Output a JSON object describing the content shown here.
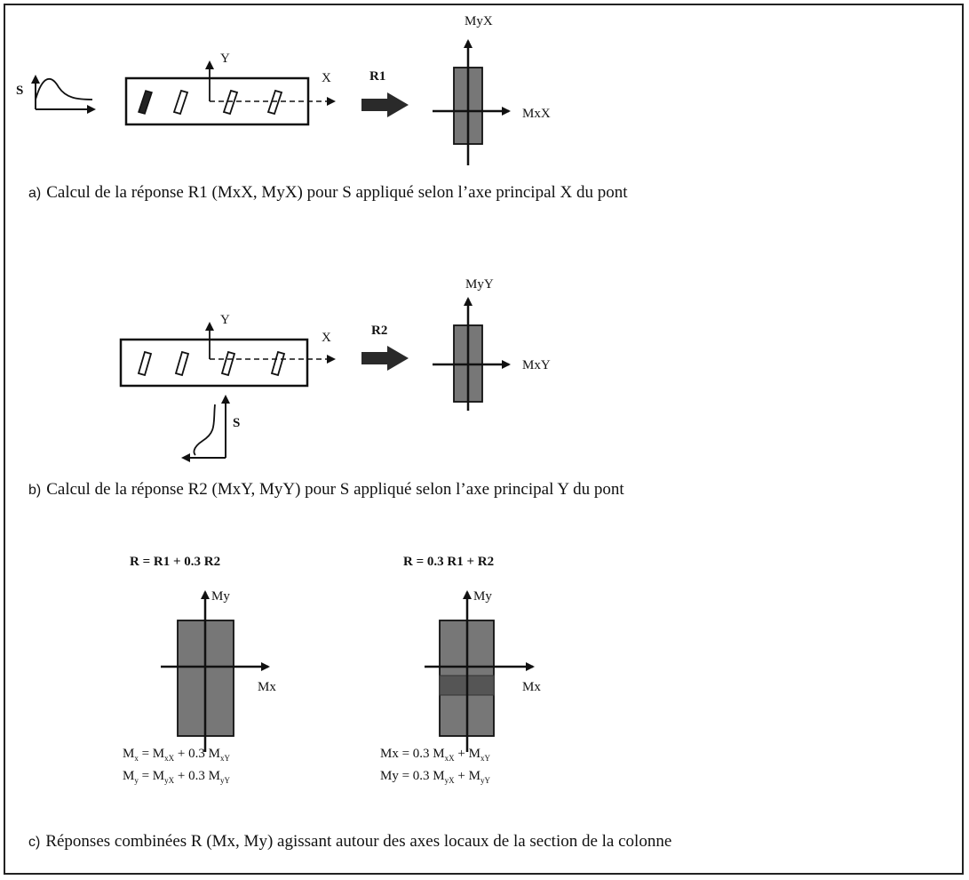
{
  "panel_a": {
    "signal_label": "S",
    "axis_y": "Y",
    "axis_x": "X",
    "arrow_label": "R1",
    "moment_y": "MyX",
    "moment_x": "MxX",
    "caption_label": "a)",
    "caption": "Calcul de la réponse R1 (MxX, MyX) pour S appliqué selon l’axe principal X du pont"
  },
  "panel_b": {
    "axis_y": "Y",
    "axis_x": "X",
    "signal_label": "S",
    "arrow_label": "R2",
    "moment_y": "MyY",
    "moment_x": "MxY",
    "caption_label": "b)",
    "caption": "Calcul de la réponse R2 (MxY, MyY) pour S appliqué selon l’axe principal Y du pont"
  },
  "panel_c": {
    "left": {
      "formula": "R = R1 + 0.3 R2",
      "axis_y": "My",
      "axis_x": "Mx"
    },
    "right": {
      "formula": "R = 0.3 R1 + R2",
      "axis_y": "My",
      "axis_x": "Mx"
    },
    "caption_label": "c)",
    "caption": "Réponses combinées R (Mx, My) agissant autour des axes locaux de la section de la colonne"
  }
}
